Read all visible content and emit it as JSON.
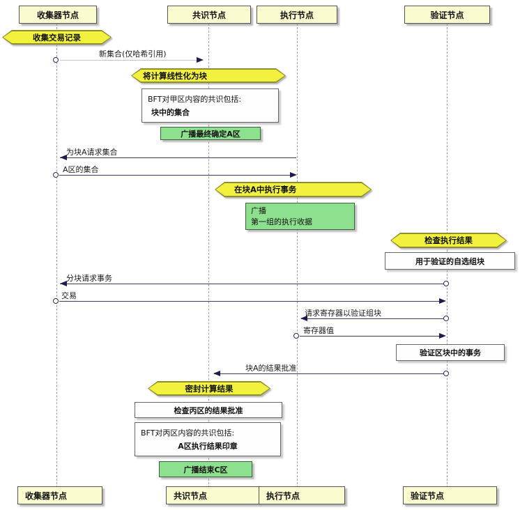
{
  "diagram_type": "sequence-diagram",
  "participants": {
    "collector": "收集器节点",
    "consensus": "共识节点",
    "execution": "执行节点",
    "validator": "验证节点"
  },
  "hexnotes": {
    "collect": "收集交易记录",
    "linearize": "将计算线性化为块",
    "execute": "在块A中执行事务",
    "check_exec": "检查执行结果",
    "seal": "密封计算结果"
  },
  "notes": {
    "bft_a_line1": "BFT对甲区内容的共识包括:",
    "bft_a_line2": "块中的集合",
    "self_selected": "用于验证的自选组块",
    "verify_tx": "验证区块中的事务",
    "check_c": "检查丙区的结果批准",
    "bft_c_line1": "BFT对丙区内容的共识包括:",
    "bft_c_line2": "A区执行结果印章"
  },
  "broadcasts": {
    "finalize_a": "广播最终确定A区",
    "receipt_line1": "广播",
    "receipt_line2": "第一组的执行收据",
    "end_c": "广播结束C区"
  },
  "messages": {
    "new_collection": "新集合(仅哈希引用)",
    "request_collections": "为块A请求集合",
    "collections_a": "A区的集合",
    "request_chunk_tx": "分块请求事务",
    "transactions": "交易",
    "request_registers": "请求寄存器以验证组块",
    "register_values": "寄存器值",
    "result_approval": "块A的结果批准"
  },
  "colors": {
    "participant_fill": "#fbfbd0",
    "hexnote_fill": "#f2f23e",
    "broadcast_fill": "#8de08d",
    "note_fill": "#fefefe",
    "arrow": "#3b3b63"
  }
}
